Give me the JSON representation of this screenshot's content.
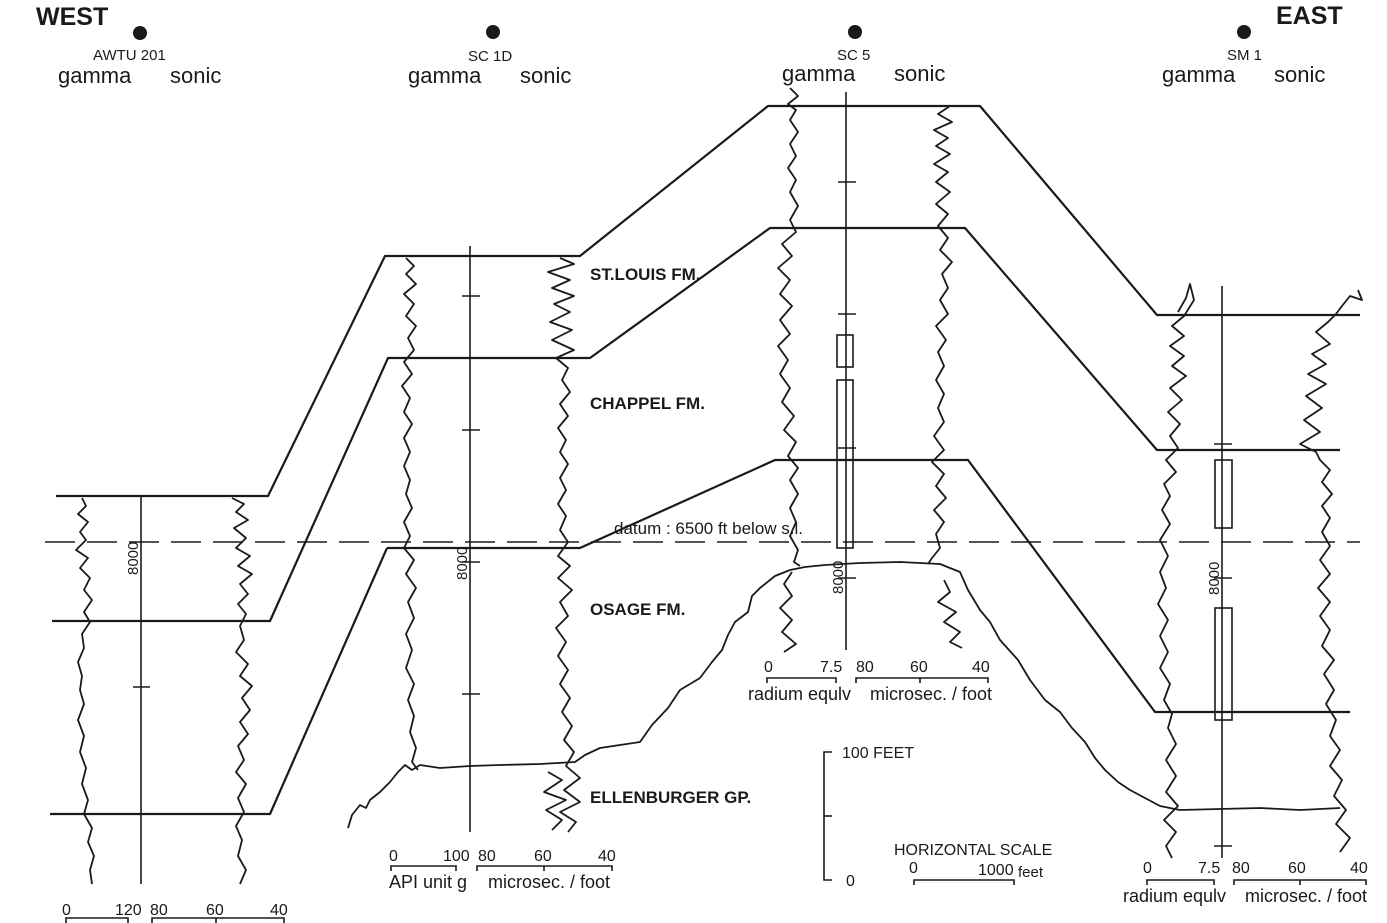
{
  "directions": {
    "west": "WEST",
    "east": "EAST"
  },
  "wells": [
    {
      "name": "AWTU 201",
      "log_left": "gamma",
      "log_right": "sonic",
      "depth_marker": "8000"
    },
    {
      "name": "SC 1D",
      "log_left": "gamma",
      "log_right": "sonic",
      "depth_marker": "8000"
    },
    {
      "name": "SC 5",
      "log_left": "gamma",
      "log_right": "sonic",
      "depth_marker": "8000"
    },
    {
      "name": "SM 1",
      "log_left": "gamma",
      "log_right": "sonic",
      "depth_marker": "8000"
    }
  ],
  "formations": [
    "ST.LOUIS FM.",
    "CHAPPEL FM.",
    "OSAGE FM.",
    "ELLENBURGER GP."
  ],
  "datum": "datum : 6500 ft below s.l.",
  "scales": {
    "awtu201": {
      "g0": "0",
      "g1": "120",
      "s0": "80",
      "s1": "60",
      "s2": "40"
    },
    "sc1d": {
      "g0": "0",
      "g1": "100",
      "s0": "80",
      "s1": "60",
      "s2": "40",
      "g_unit": "API unit g",
      "s_unit": "microsec. / foot"
    },
    "sc5": {
      "g0": "0",
      "g1": "7.5",
      "s0": "80",
      "s1": "60",
      "s2": "40",
      "g_unit": "radium equlv",
      "s_unit": "microsec. / foot"
    },
    "sm1": {
      "g0": "0",
      "g1": "7.5",
      "s0": "80",
      "s1": "60",
      "s2": "40",
      "g_unit": "radium equlv",
      "s_unit": "microsec. / foot"
    }
  },
  "vertical_scale": {
    "top": "100 FEET",
    "bottom": "0"
  },
  "horizontal_scale": {
    "title": "HORIZONTAL SCALE",
    "left": "0",
    "right": "1000",
    "unit": "feet"
  }
}
